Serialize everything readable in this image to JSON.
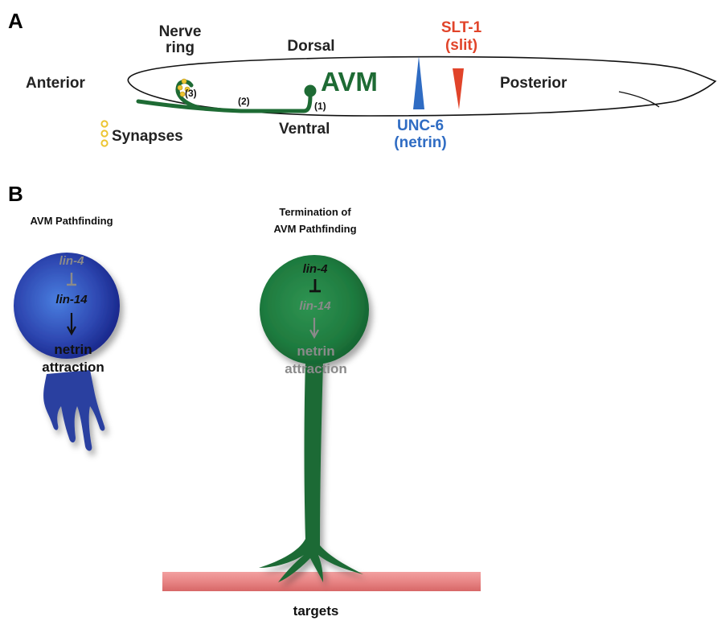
{
  "panel_a": {
    "panel_label": "A",
    "nerve_ring_line1": "Nerve",
    "nerve_ring_line2": "ring",
    "dorsal": "Dorsal",
    "ventral": "Ventral",
    "anterior": "Anterior",
    "posterior": "Posterior",
    "avm": "AVM",
    "step1": "(1)",
    "step2": "(2)",
    "step3": "(3)",
    "synapses": "Synapses",
    "slt1_line1": "SLT-1",
    "slt1_line2": "(slit)",
    "unc6_line1": "UNC-6",
    "unc6_line2": "(netrin)"
  },
  "panel_b": {
    "panel_label": "B",
    "left": {
      "title": "AVM Pathfinding",
      "gene1": "lin-4",
      "gene2": "lin-14",
      "outcome_line1": "netrin",
      "outcome_line2": "attraction"
    },
    "right": {
      "title_line1": "Termination of",
      "title_line2": "AVM Pathfinding",
      "gene1": "lin-4",
      "gene2": "lin-14",
      "outcome_line1": "netrin",
      "outcome_line2": "attraction"
    },
    "targets": "targets"
  },
  "colors": {
    "neuron_green": "#1e6b34",
    "blue_cell": "#2a3fa0",
    "netrin_blue": "#2f6cc3",
    "slit_red": "#e1442a",
    "synapse_yellow": "#ecc531",
    "target_pink": "#e77c7c",
    "muted_gray": "#8a8a8a"
  }
}
